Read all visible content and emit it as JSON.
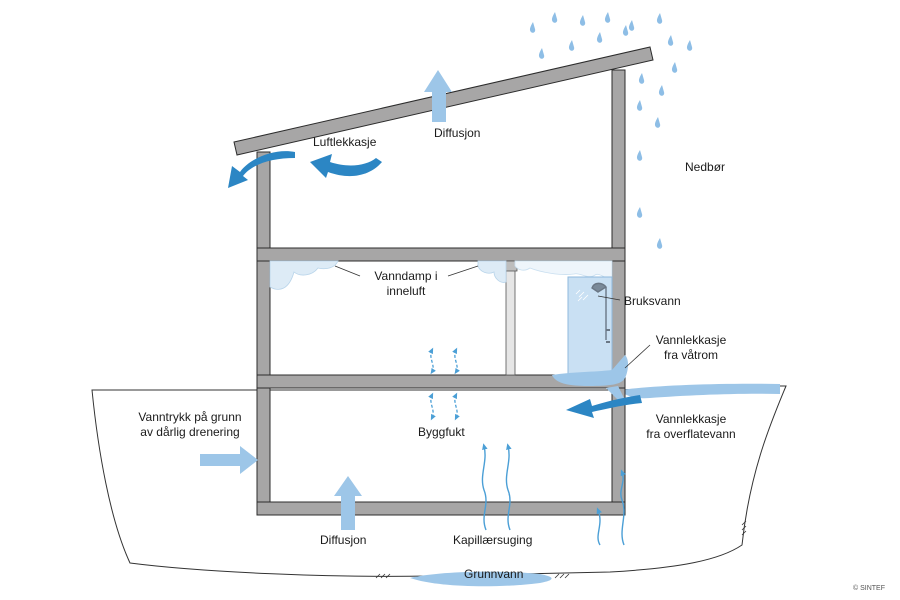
{
  "labels": {
    "luftlekkasje": "Luftlekkasje",
    "diffusjon_top": "Diffusjon",
    "nedbor": "Nedbør",
    "vanndamp_1": "Vanndamp i",
    "vanndamp_2": "inneluft",
    "bruksvann": "Bruksvann",
    "vannlekkasje_vatrom_1": "Vannlekkasje",
    "vannlekkasje_vatrom_2": "fra våtrom",
    "vanntrykk_1": "Vanntrykk på grunn",
    "vanntrykk_2": "av dårlig drenering",
    "byggfukt": "Byggfukt",
    "vannlekkasje_overflate_1": "Vannlekkasje",
    "vannlekkasje_overflate_2": "fra overflatevann",
    "diffusjon_bottom": "Diffusjon",
    "kapillaersuging": "Kapillærsuging",
    "grunnvann": "Grunnvann",
    "copyright": "© SINTEF"
  },
  "colors": {
    "structure_fill": "#a7a6a6",
    "structure_stroke": "#2c2c2c",
    "water_light": "#9dc6e8",
    "water_dark": "#2c86c4",
    "raindrop": "#8ebee6",
    "line": "#333333"
  }
}
